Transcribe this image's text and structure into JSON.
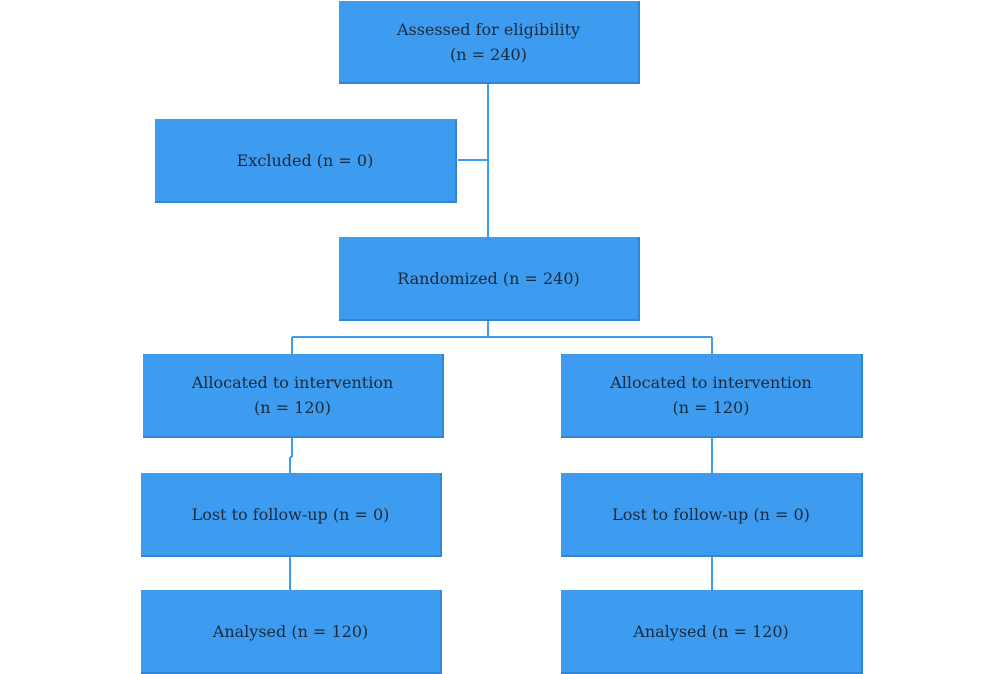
{
  "flowchart": {
    "assessed": {
      "label": "Assessed for eligibility",
      "count": "(n = 240)"
    },
    "excluded": {
      "label": "Excluded (n = 0)"
    },
    "randomized": {
      "label": "Randomized (n = 240)"
    },
    "left_arm": {
      "allocated": {
        "label": "Allocated to intervention",
        "count": "(n = 120)"
      },
      "lost": {
        "label": "Lost to follow-up (n = 0)"
      },
      "analysed": {
        "label": "Analysed (n = 120)"
      }
    },
    "right_arm": {
      "allocated": {
        "label": "Allocated to intervention",
        "count": "(n = 120)"
      },
      "lost": {
        "label": "Lost to follow-up (n = 0)"
      },
      "analysed": {
        "label": "Analysed (n = 120)"
      }
    }
  },
  "colors": {
    "box_fill": "#3d9bf0",
    "connector": "#3d9bf0",
    "text": "#1b2a3a"
  }
}
